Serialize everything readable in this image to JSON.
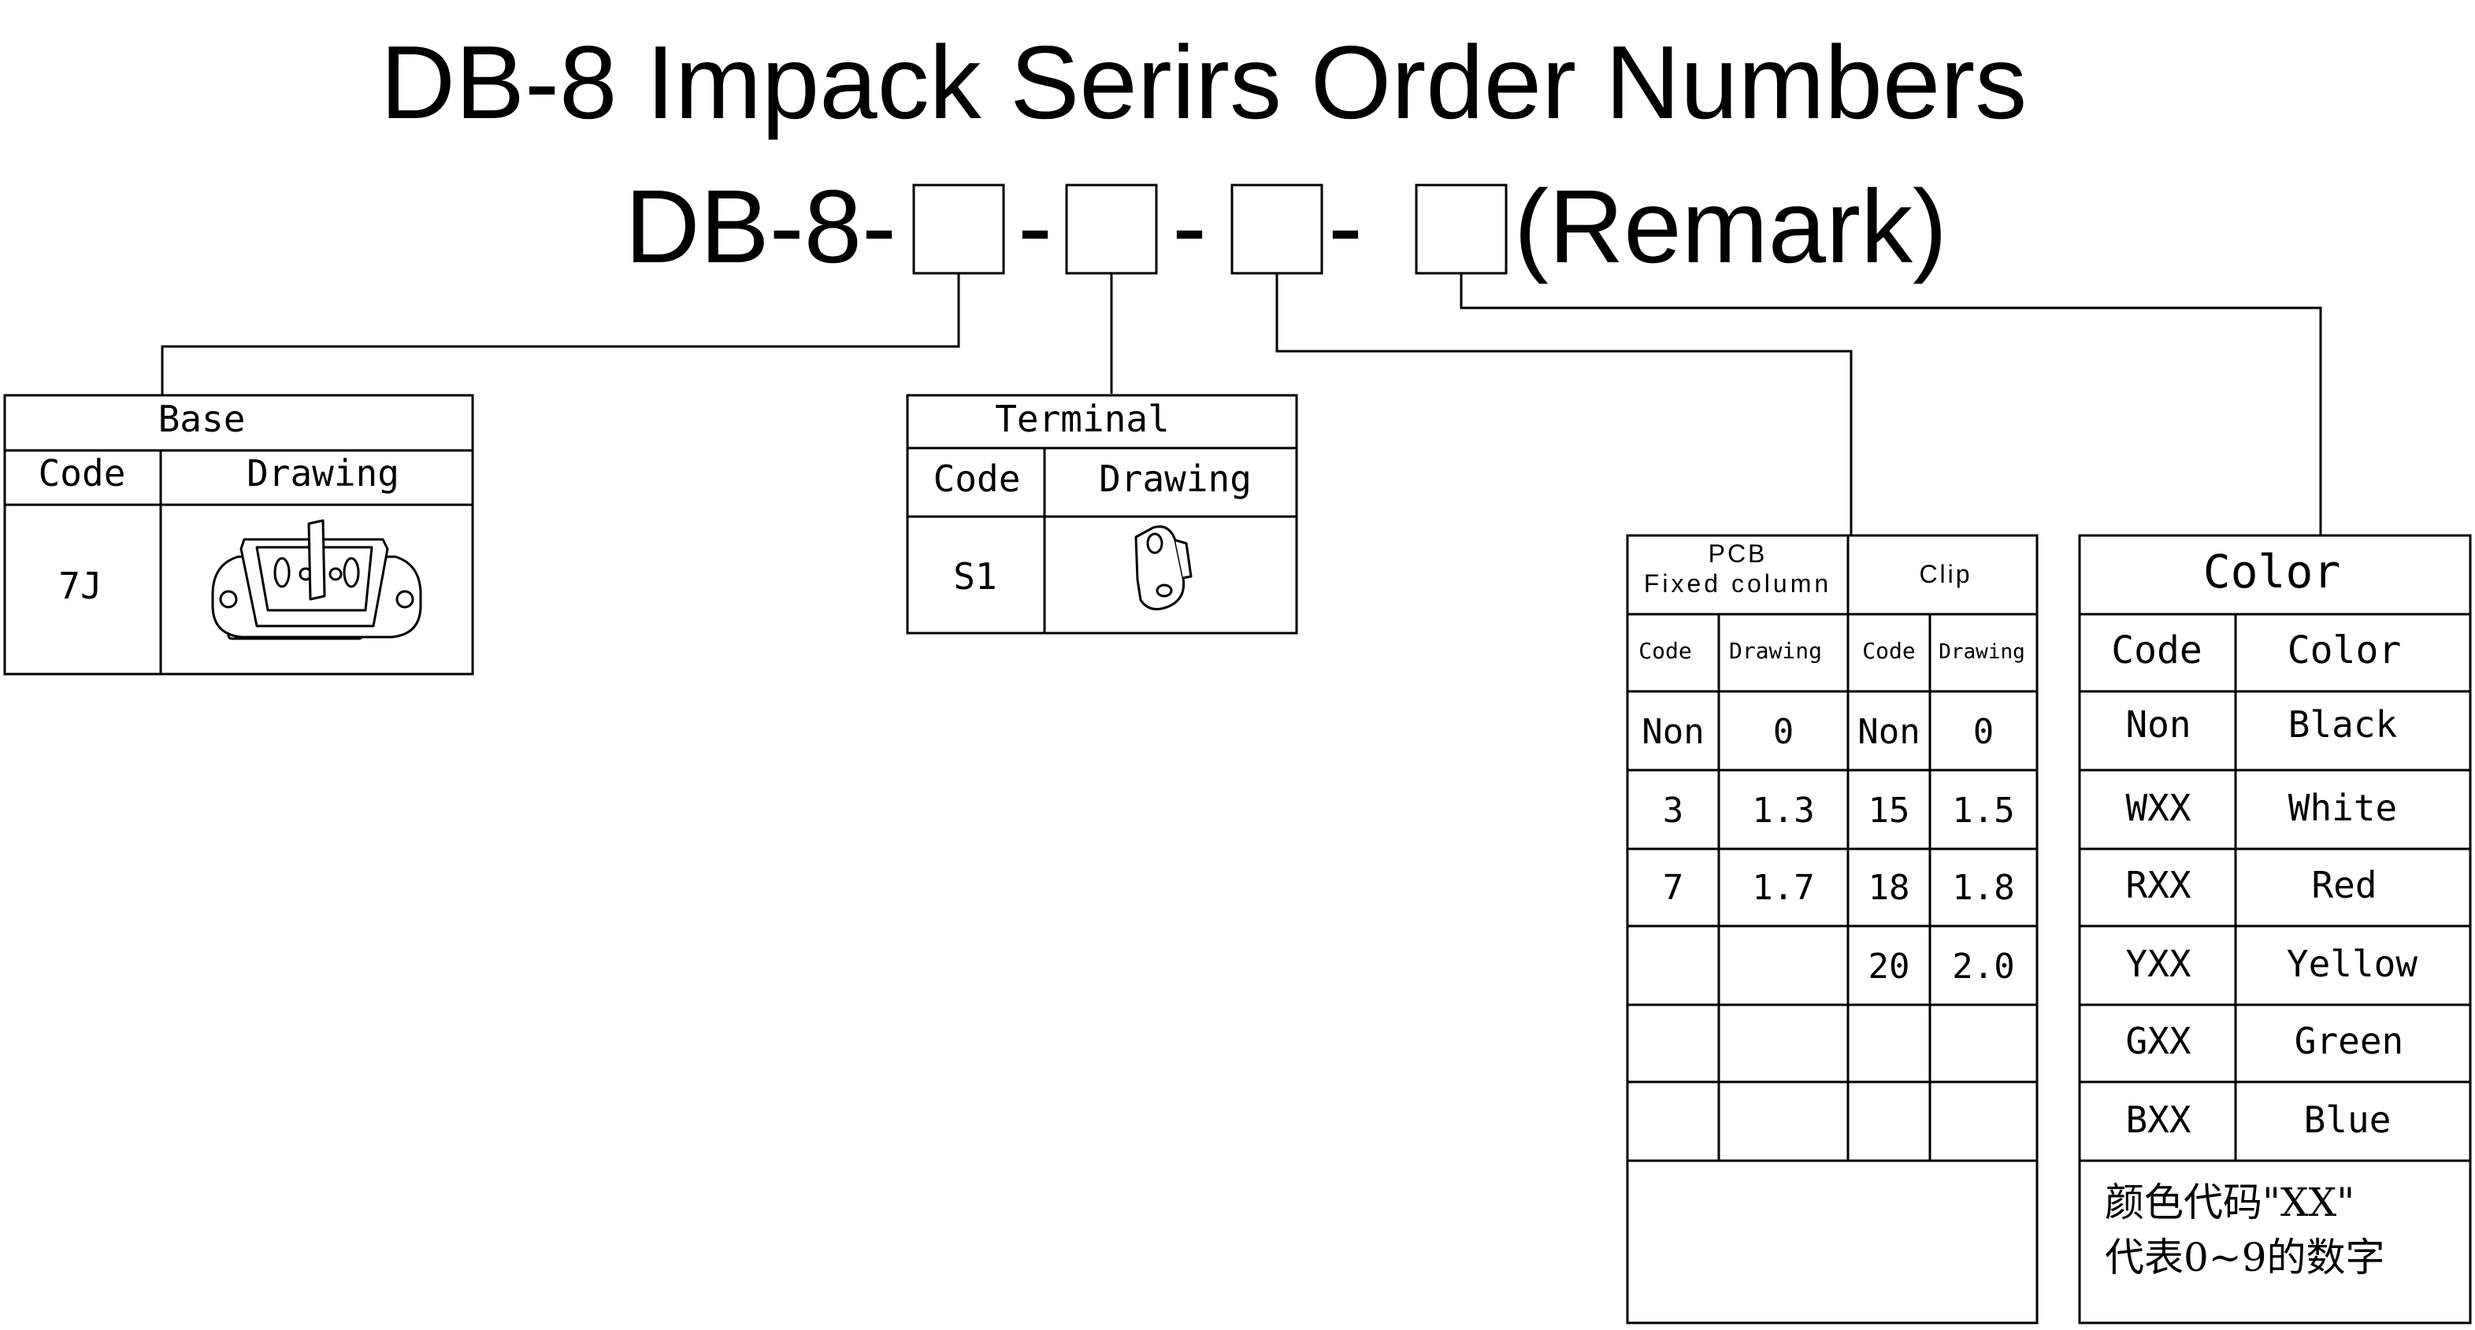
{
  "title": "DB-8 Impack Serirs Order Numbers",
  "order_code": {
    "prefix": "DB-8-",
    "sep1": "-",
    "sep2": "-",
    "sep3": "-",
    "remark": "(Remark)"
  },
  "base_table": {
    "title": "Base",
    "headers": [
      "Code",
      "Drawing"
    ],
    "rows": [
      {
        "code": "7J",
        "drawing_icon": "d-sub-connector-base-icon"
      }
    ]
  },
  "terminal_table": {
    "title": "Terminal",
    "headers": [
      "Code",
      "Drawing"
    ],
    "rows": [
      {
        "code": "S1",
        "drawing_icon": "solder-terminal-lug-icon"
      }
    ]
  },
  "pcb_clip_table": {
    "pcb_header": [
      "PCB",
      "Fixed column"
    ],
    "clip_header": "Clip",
    "subheaders": [
      "Code",
      "Drawing",
      "Code",
      "Drawing"
    ],
    "rows": [
      [
        "Non",
        "0",
        "Non",
        "0"
      ],
      [
        "3",
        "1.3",
        "15",
        "1.5"
      ],
      [
        "7",
        "1.7",
        "18",
        "1.8"
      ],
      [
        "",
        "",
        "20",
        "2.0"
      ],
      [
        "",
        "",
        "",
        ""
      ],
      [
        "",
        "",
        "",
        ""
      ]
    ]
  },
  "color_table": {
    "title": "Color",
    "headers": [
      "Code",
      "Color"
    ],
    "rows": [
      [
        "Non",
        "Black"
      ],
      [
        "WXX",
        "White"
      ],
      [
        "RXX",
        "Red"
      ],
      [
        "YXX",
        "Yellow"
      ],
      [
        "GXX",
        "Green"
      ],
      [
        "BXX",
        "Blue"
      ]
    ],
    "note": [
      "颜色代码\"XX\"",
      "代表0~9的数字"
    ]
  },
  "colors": {
    "line": "#000000",
    "background": "#ffffff"
  }
}
